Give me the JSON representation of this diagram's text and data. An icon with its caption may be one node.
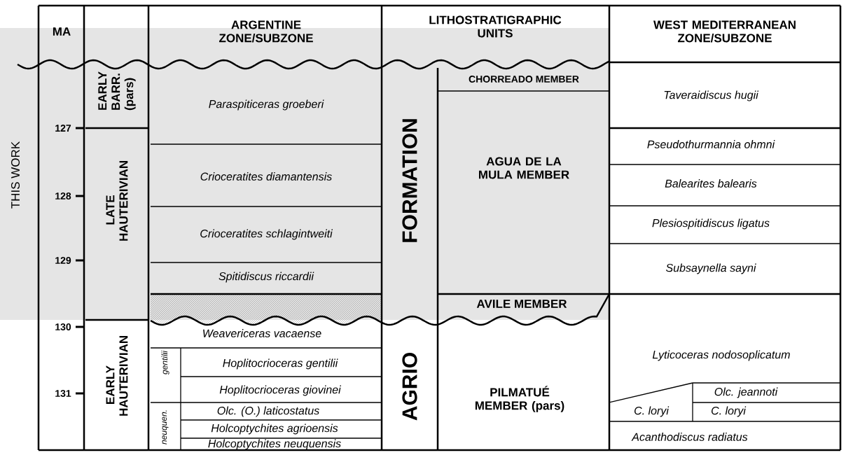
{
  "diagram": {
    "labels": [
      "MA",
      "ARGENTINE ZONE/SUBZONE",
      "LITHOSTRATIGRAPHIC UNITS",
      "WEST MEDITERRANEAN ZONE/SUBZONE",
      "THIS WORK",
      "EARLY BARR. (pars)",
      "Paraspiticeras groeberi",
      "CHORREADO MEMBER",
      "Taveraidiscus hugii",
      "127",
      "FORMATION",
      "AGUA DE LA MULA MEMBER",
      "Pseudothurmannia ohmni",
      "Crioceratites diamantensis",
      "LATE HAUTERIVIAN",
      "128",
      "Balearites balearis",
      "Crioceratites schlagintweiti",
      "Plesiospitidiscus ligatus",
      "129",
      "Spitidiscus riccardii",
      "Subsaynella sayni",
      "AVILE MEMBER",
      "130",
      "Weavericeras vacaense",
      "EARLY HAUTERIVIAN",
      "AGRIO",
      "Lyticoceras nodosoplicatum",
      "gentilii",
      "Hoplitocrioceras gentilii",
      "PILMATUÉ MEMBER (pars)",
      "Hoplitocrioceras giovinei",
      "131",
      "Olc. jeannoti",
      "Olc. (O.) laticostatus",
      "C. loryi",
      "C. loryi",
      "neuquen.",
      "Holcoptychites agrioensis",
      "Holcoptychites neuquensis",
      "Acanthodiscus radiatus"
    ]
  }
}
